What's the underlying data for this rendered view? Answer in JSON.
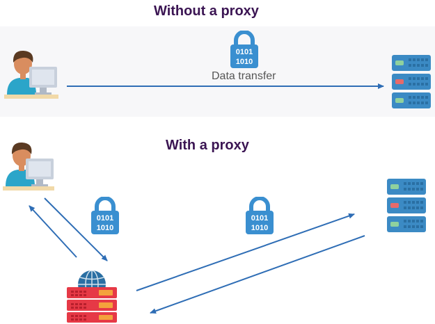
{
  "sections": {
    "without": {
      "title": "Without a proxy",
      "link_label": "Data transfer"
    },
    "with": {
      "title": "With a proxy"
    }
  },
  "lock_text": {
    "line1": "0101",
    "line2": "1010"
  },
  "colors": {
    "title": "#3b1553",
    "arrow": "#2e6db5",
    "lock": "#3a8fd0",
    "server_body": "#3b8ac4",
    "server_dark": "#2a6fa3",
    "proxy_red": "#e63946",
    "proxy_orange": "#f4a23c",
    "globe": "#2a6fa3",
    "skin": "#d98d5f",
    "hair": "#5a3a22",
    "shirt": "#2ba5c9",
    "monitor": "#c8d0dc"
  },
  "icons": [
    "user-at-computer-icon",
    "lock-icon",
    "server-icon",
    "proxy-server-globe-icon"
  ]
}
